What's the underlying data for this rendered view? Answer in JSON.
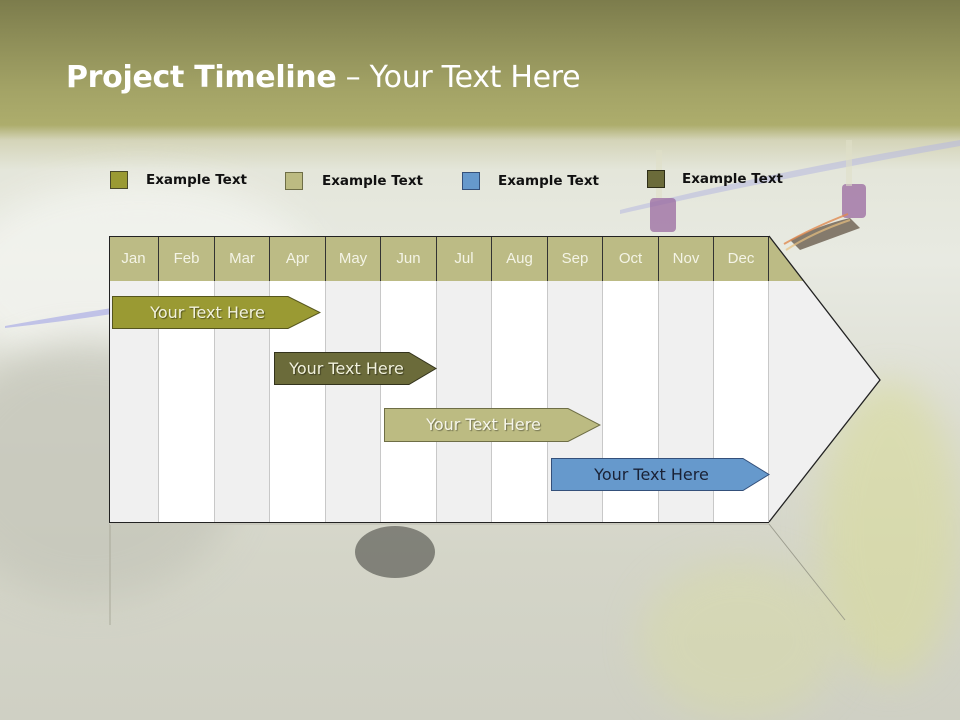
{
  "title": {
    "bold": "Project Timeline",
    "rest": " – Your Text Here"
  },
  "legend": [
    {
      "label": "Example Text",
      "color": "#9a9a33"
    },
    {
      "label": "Example Text",
      "color": "#bcbb82"
    },
    {
      "label": "Example Text",
      "color": "#6699cc"
    },
    {
      "label": "Example Text",
      "color": "#6b6b3a"
    }
  ],
  "months": [
    "Jan",
    "Feb",
    "Mar",
    "Apr",
    "May",
    "Jun",
    "Jul",
    "Aug",
    "Sep",
    "Oct",
    "Nov",
    "Dec"
  ],
  "bars": [
    {
      "label": "Your  Text Here",
      "start_month": "Jan",
      "end_month": "Apr",
      "color": "#9a9a33",
      "text_color": "#f2f2dc"
    },
    {
      "label": "Your  Text Here",
      "start_month": "Apr",
      "end_month": "Jun",
      "color": "#6b6b3a",
      "text_color": "#f2f2dc"
    },
    {
      "label": "Your  Text Here",
      "start_month": "Jun",
      "end_month": "Sep",
      "color": "#bcbb82",
      "text_color": "#f6f6ea"
    },
    {
      "label": "Your  Text Here",
      "start_month": "Sep",
      "end_month": "Dec",
      "color": "#6699cc",
      "text_color": "#1a2236"
    }
  ],
  "colors": {
    "header_fill": "#bcbb85",
    "column_gray": "#f0f0f0",
    "column_white": "#ffffff"
  }
}
